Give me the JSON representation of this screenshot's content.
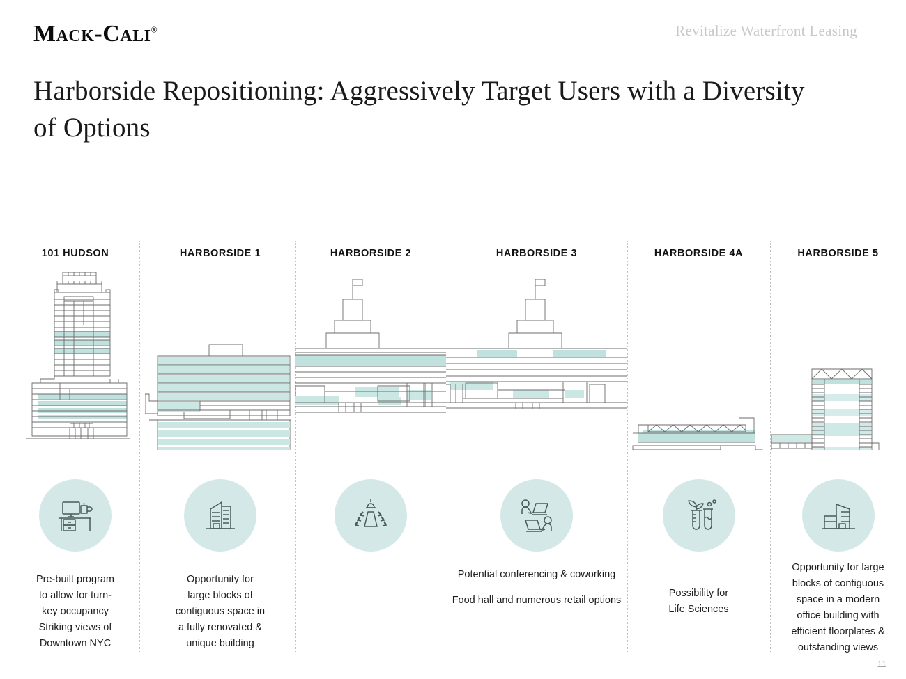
{
  "brand": {
    "logo_text": "Mack-Cali",
    "registered_mark": "®"
  },
  "header": {
    "section_tag": "Revitalize Waterfront Leasing"
  },
  "title": "Harborside Repositioning: Aggressively Target Users with a Diversity of Options",
  "page_number": "11",
  "colors": {
    "icon_circle_bg": "#d4e9e7",
    "highlight_band": "#bfe2de",
    "building_line": "#6b6b6b",
    "divider": "#c2c2c2",
    "title_text": "#1a1a1a",
    "section_tag_text": "#c8c8c8"
  },
  "columns": [
    {
      "id": "101-hudson",
      "header": "101 HUDSON",
      "building_name": "101-hudson-tower-illustration",
      "icon_name": "desk-workstation-icon",
      "caption_lines": [
        "Pre-built program",
        "to allow for turn-",
        "key occupancy",
        "Striking views of",
        "Downtown NYC"
      ]
    },
    {
      "id": "harborside-1",
      "header": "HARBORSIDE 1",
      "building_name": "harborside-1-building-illustration",
      "icon_name": "office-buildings-icon",
      "caption_lines": [
        "Opportunity for",
        "large blocks of",
        "contiguous space in",
        "a fully renovated &",
        "unique building"
      ]
    },
    {
      "id": "harborside-2",
      "header": "HARBORSIDE 2",
      "building_name": "harborside-2-tower-illustration",
      "icon_name": "conference-table-icon",
      "caption_lines": []
    },
    {
      "id": "harborside-3",
      "header": "HARBORSIDE 3",
      "building_name": "harborside-3-tower-illustration",
      "icon_name": "coworking-laptops-icon",
      "caption_lines": []
    },
    {
      "id": "harborside-4a",
      "header": "HARBORSIDE 4A",
      "building_name": "harborside-4a-building-illustration",
      "icon_name": "life-sciences-test-tube-icon",
      "caption_lines": [
        "Possibility for",
        "Life Sciences"
      ]
    },
    {
      "id": "harborside-5",
      "header": "HARBORSIDE 5",
      "building_name": "harborside-5-tower-illustration",
      "icon_name": "modern-office-building-icon",
      "caption_lines": [
        "Opportunity for large",
        "blocks of contiguous",
        "space in a modern",
        "office building with",
        "efficient floorplates &",
        "outstanding views"
      ]
    }
  ],
  "shared_caption": {
    "line1": "Potential conferencing & coworking",
    "line2": "Food hall and numerous retail options"
  }
}
